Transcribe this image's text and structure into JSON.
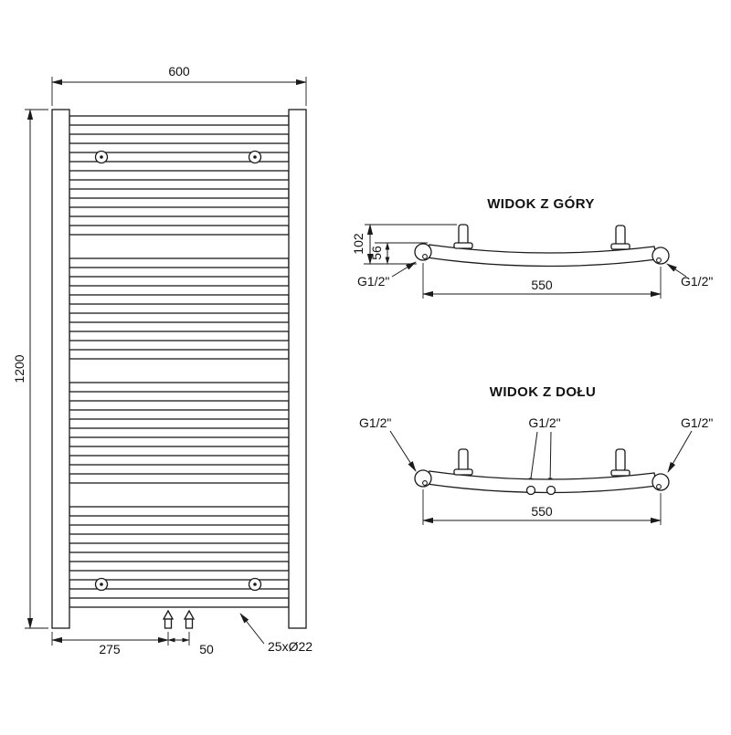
{
  "front_view": {
    "dim_width": "600",
    "dim_height": "1200",
    "dim_bottom_left": "275",
    "dim_bottom_right": "50",
    "tube_spec": "25xØ22"
  },
  "top_view": {
    "title": "WIDOK Z GÓRY",
    "dim_total_depth": "102",
    "dim_tube_depth": "56",
    "dim_axle_span": "550",
    "conn_left": "G1/2\"",
    "conn_right": "G1/2\""
  },
  "bottom_view": {
    "title": "WIDOK Z DOŁU",
    "dim_axle_span": "550",
    "conn_left": "G1/2\"",
    "conn_center": "G1/2\"",
    "conn_right": "G1/2\""
  }
}
